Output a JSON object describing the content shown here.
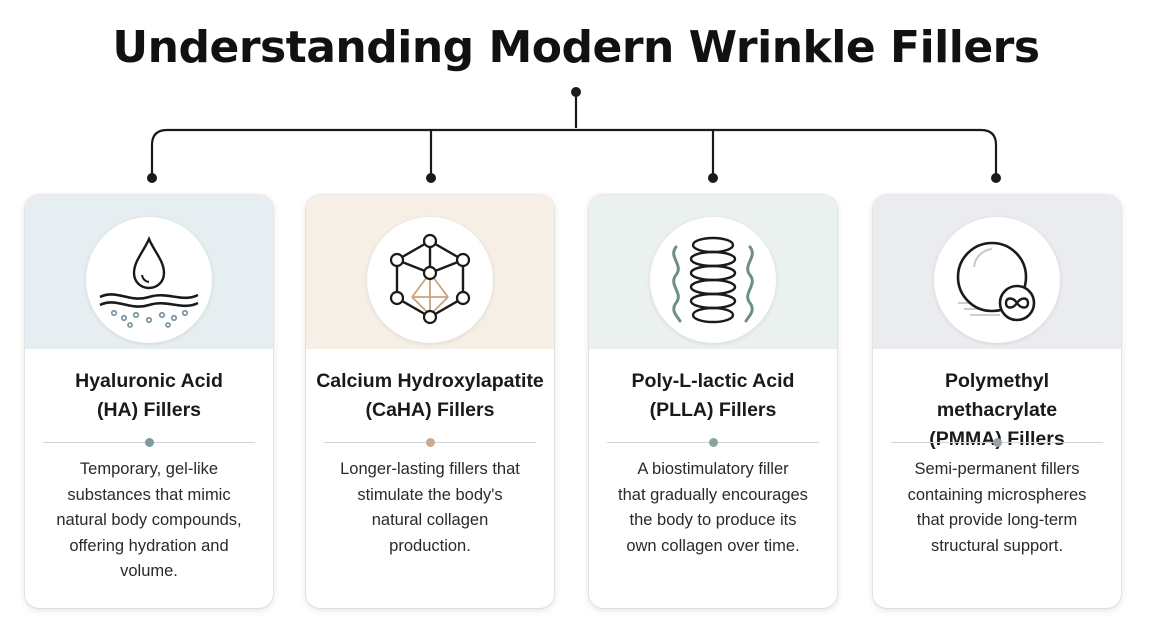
{
  "title": "Understanding Modern Wrinkle Fillers",
  "colors": {
    "connector": "#1a1a1a",
    "card1_top": "#e6eef1",
    "card2_top": "#f6efe6",
    "card3_top": "#eaf1ee",
    "card4_top": "#eaecef"
  },
  "cards": [
    {
      "name_line1": "Hyaluronic Acid",
      "name_line2": "(HA) Fillers",
      "desc": [
        "Temporary, gel-like",
        "substances that mimic",
        "natural body compounds,",
        "offering hydration and",
        "volume."
      ],
      "icon": "water-drop-icon",
      "dot_color": "#7d9aa3"
    },
    {
      "name_line1": "Calcium Hydroxylapatite",
      "name_line2": "(CaHA) Fillers",
      "desc": [
        "Longer-lasting fillers that",
        "stimulate the body's",
        "natural collagen",
        "production."
      ],
      "icon": "molecule-lattice-icon",
      "dot_color": "#c9ab92"
    },
    {
      "name_line1": "Poly-L-lactic Acid",
      "name_line2": "(PLLA) Fillers",
      "desc": [
        "A biostimulatory filler",
        "that gradually encourages",
        "the body to produce its",
        "own collagen over time."
      ],
      "icon": "collagen-coil-icon",
      "dot_color": "#8aa39a"
    },
    {
      "name_line1": "Polymethyl methacrylate",
      "name_line2": "(PMMA) Fillers",
      "desc": [
        "Semi-permanent fillers",
        "containing microspheres",
        "that provide long-term",
        "structural support."
      ],
      "icon": "microsphere-infinity-icon",
      "dot_color": "#9aa0a8"
    }
  ]
}
